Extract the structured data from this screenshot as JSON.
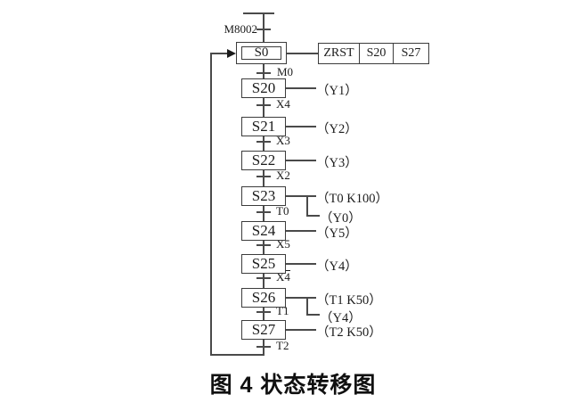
{
  "colors": {
    "line": "#4a4a4a",
    "text": "#1b1b1b"
  },
  "labels": {
    "power_pulse": "M8002",
    "initial_state": "S0",
    "caption": "图 4 状态转移图"
  },
  "zrst_block": {
    "cells": [
      "ZRST",
      "S20",
      "S27"
    ]
  },
  "transitions": [
    "M0",
    "X4",
    "X3",
    "X2",
    "T0",
    "X5",
    "X4",
    "T1",
    "T2"
  ],
  "steps": [
    {
      "label": "S20",
      "outputs": [
        "（Y1）"
      ]
    },
    {
      "label": "S21",
      "outputs": [
        "（Y2）"
      ]
    },
    {
      "label": "S22",
      "outputs": [
        "（Y3）"
      ]
    },
    {
      "label": "S23",
      "outputs": [
        "（T0 K100）",
        "（Y0）"
      ]
    },
    {
      "label": "S24",
      "outputs": [
        "（Y5）"
      ]
    },
    {
      "label": "S25",
      "outputs": [
        "（Y4）"
      ]
    },
    {
      "label": "S26",
      "outputs": [
        "（T1 K50）",
        "（Y4）"
      ]
    },
    {
      "label": "S27",
      "outputs": [
        "（T2 K50）"
      ]
    }
  ]
}
